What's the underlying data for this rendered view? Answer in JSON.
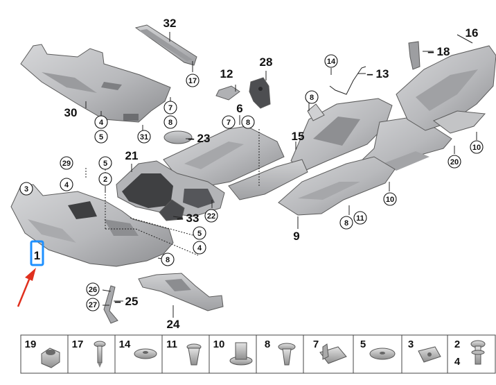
{
  "labels": {
    "l1": "1",
    "l2": "2",
    "l3": "3",
    "l4": "4",
    "l5": "5",
    "l6": "6",
    "l7": "7",
    "l8": "8",
    "l9": "9",
    "l10": "10",
    "l11": "11",
    "l12": "12",
    "l13": "13",
    "l14": "14",
    "l15": "15",
    "l16": "16",
    "l17": "17",
    "l18": "18",
    "l19": "19",
    "l20": "20",
    "l21": "21",
    "l22": "22",
    "l23": "23",
    "l24": "24",
    "l25": "25",
    "l26": "26",
    "l27": "27",
    "l28": "28",
    "l29": "29",
    "l30": "30",
    "l31": "31",
    "l32": "32",
    "l33": "33"
  },
  "hardware_strip": [
    "19",
    "17",
    "14",
    "11",
    "10",
    "8",
    "7",
    "5",
    "3",
    "2",
    "4"
  ],
  "colors": {
    "highlight": "#1e90ff",
    "arrow": "#e0301e",
    "panel_light": "#c9cacc",
    "panel_dark": "#4a4a4c"
  }
}
